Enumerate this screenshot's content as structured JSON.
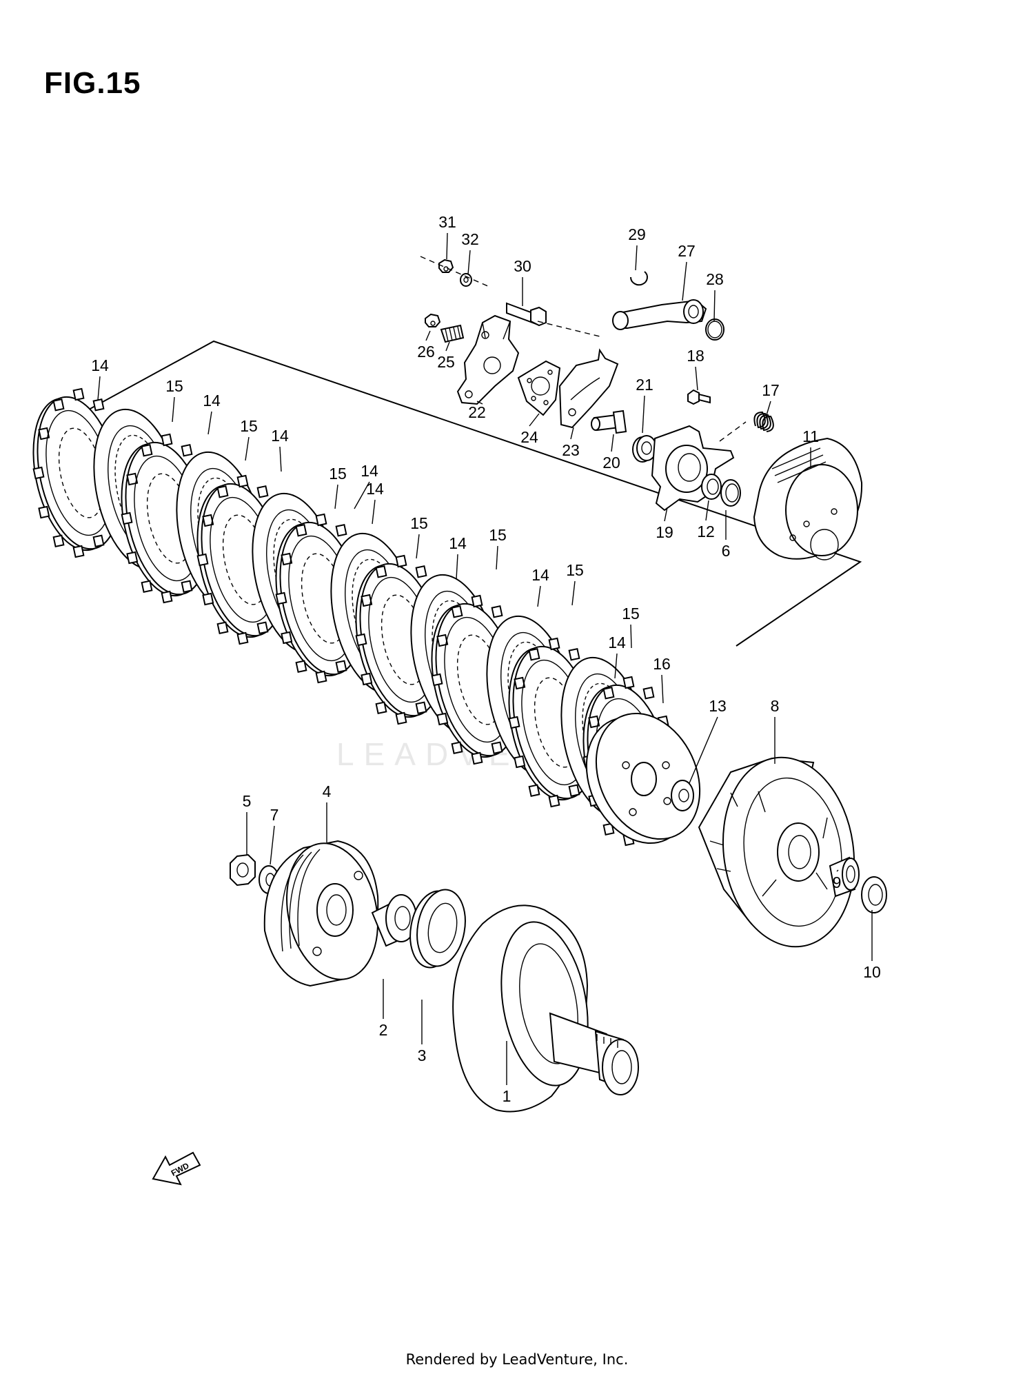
{
  "figure": {
    "title": "FIG.15"
  },
  "footer": "Rendered by LeadVenture, Inc.",
  "watermark": "LEADVENTURE",
  "fwd_label": "FWD",
  "callouts": [
    {
      "num": "1"
    },
    {
      "num": "2"
    },
    {
      "num": "3"
    },
    {
      "num": "4"
    },
    {
      "num": "5"
    },
    {
      "num": "6"
    },
    {
      "num": "7"
    },
    {
      "num": "8"
    },
    {
      "num": "9"
    },
    {
      "num": "10"
    },
    {
      "num": "11"
    },
    {
      "num": "12"
    },
    {
      "num": "13"
    },
    {
      "num": "14"
    },
    {
      "num": "14"
    },
    {
      "num": "14"
    },
    {
      "num": "14"
    },
    {
      "num": "14"
    },
    {
      "num": "14"
    },
    {
      "num": "14"
    },
    {
      "num": "14"
    },
    {
      "num": "15"
    },
    {
      "num": "15"
    },
    {
      "num": "15"
    },
    {
      "num": "15"
    },
    {
      "num": "15"
    },
    {
      "num": "15"
    },
    {
      "num": "15"
    },
    {
      "num": "16"
    },
    {
      "num": "17"
    },
    {
      "num": "18"
    },
    {
      "num": "19"
    },
    {
      "num": "20"
    },
    {
      "num": "21"
    },
    {
      "num": "22"
    },
    {
      "num": "23"
    },
    {
      "num": "24"
    },
    {
      "num": "25"
    },
    {
      "num": "26"
    },
    {
      "num": "27"
    },
    {
      "num": "28"
    },
    {
      "num": "29"
    },
    {
      "num": "30"
    },
    {
      "num": "31"
    },
    {
      "num": "32"
    }
  ]
}
